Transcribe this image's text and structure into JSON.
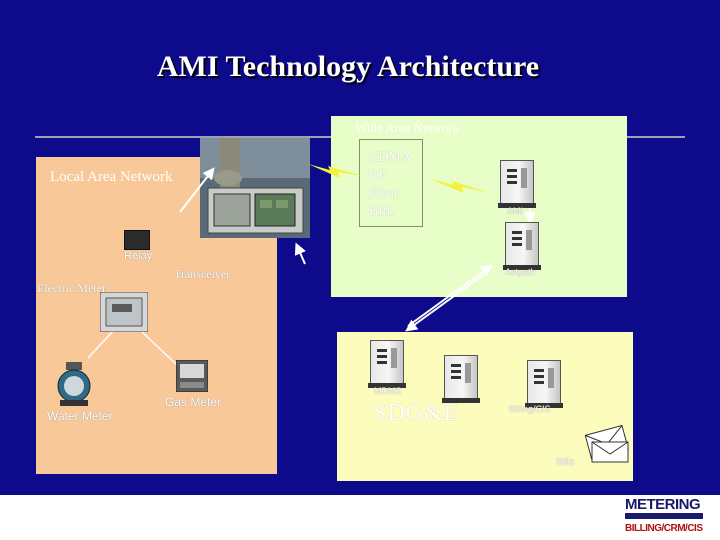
{
  "title": "AMI Technology Architecture",
  "lan": {
    "label": "Local Area Network",
    "relay_label": "Relay",
    "transceiver_label": "Transceiver",
    "electric_meter_label": "Electric Meter",
    "gas_meter_label": "Gas Meter",
    "water_meter_label": "Water Meter"
  },
  "wan": {
    "label": "Wide Area Network",
    "technologies": [
      "CDMA",
      "RF",
      "Fiber",
      "BPL"
    ],
    "server_label_top": "AMI",
    "server_label_dispatch": "Astpath"
  },
  "sdge": {
    "label": "SDG&E",
    "server_label_left": "MDMS",
    "server_label_right": "Billing/CIS",
    "bills_label": "Bills"
  },
  "colors": {
    "background": "#0d0a8c",
    "lan_box": "#f8c898",
    "wan_box": "#e8fec8",
    "sdge_box": "#fcfcbc",
    "lightning": "#f2f23a"
  },
  "logo": {
    "line1": "METERING",
    "line2": "BILLING/CRM/CIS"
  }
}
